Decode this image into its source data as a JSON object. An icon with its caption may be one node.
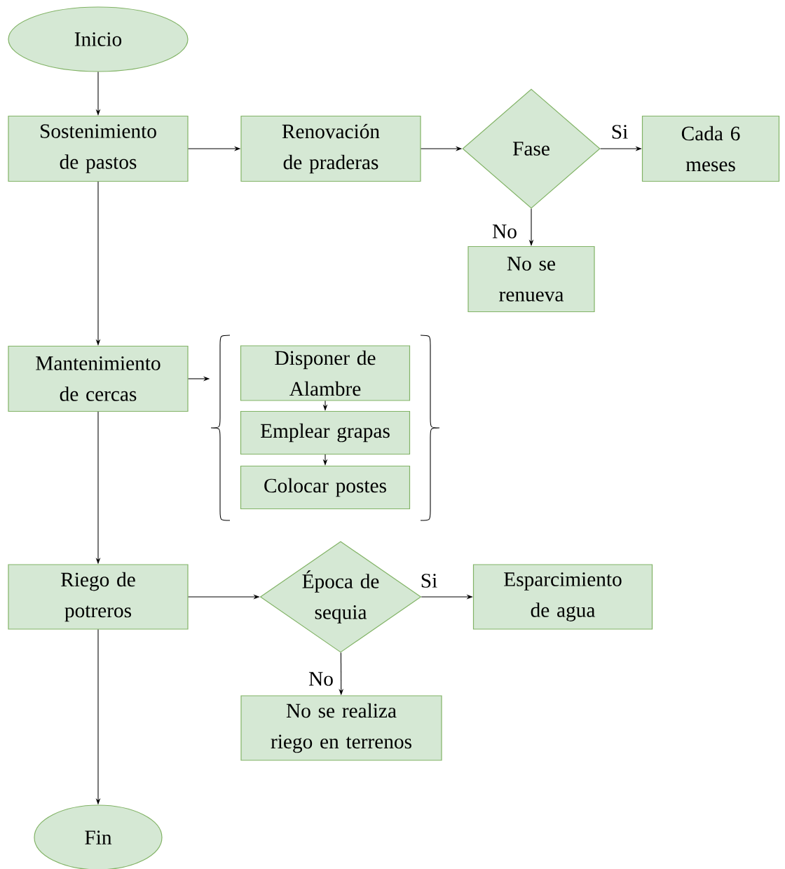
{
  "diagram": {
    "nodes": [
      {
        "text": [
          "Inicio"
        ]
      },
      {
        "text": [
          "Sostenimiento de pastos"
        ]
      },
      {
        "text": [
          "Renovación de praderas"
        ]
      },
      {
        "text": [
          "Fase"
        ]
      },
      {
        "text": [
          "Cada 6 meses"
        ]
      },
      {
        "text": [
          "No se renueva"
        ]
      },
      {
        "text": [
          "Mantenimiento de cercas"
        ]
      },
      {
        "text": [],
        "shape": "bracket"
      },
      {
        "text": [
          "Disponer de Alambre"
        ],
        "in": 7
      },
      {
        "text": [
          "Emplear grapas"
        ],
        "in": 7
      },
      {
        "text": [
          "Colocar postes"
        ],
        "in": 7
      },
      {
        "text": [
          "Riego de potreros"
        ]
      },
      {
        "text": [
          "Época de sequia"
        ]
      },
      {
        "text": [
          "Esparcimiento de agua"
        ]
      },
      {
        "text": [
          "No se realiza riego en terrenos"
        ]
      },
      {
        "text": [
          "Fin"
        ]
      }
    ],
    "edges": [
      {
        "from": 0,
        "to": 1,
        "arrow": "to"
      },
      {
        "from": 1,
        "to": 2,
        "arrow": "to"
      },
      {
        "from": 2,
        "to": 3,
        "arrow": "to"
      },
      {
        "from": 3,
        "to": 4,
        "arrow": "to",
        "label": "Si"
      },
      {
        "from": 3,
        "to": 5,
        "arrow": "to",
        "label": "No"
      },
      {
        "from": 1,
        "to": 6,
        "arrow": "to"
      },
      {
        "from": 6,
        "to": 7,
        "arrow": "to"
      },
      {
        "from": 8,
        "to": 9,
        "arrow": "to"
      },
      {
        "from": 9,
        "to": 10,
        "arrow": "to"
      },
      {
        "from": 6,
        "to": 11,
        "arrow": "to"
      },
      {
        "from": 11,
        "to": 12,
        "arrow": "to"
      },
      {
        "from": 12,
        "to": 13,
        "arrow": "to",
        "label": "Si"
      },
      {
        "from": 12,
        "to": 14,
        "arrow": "to",
        "label": "No"
      },
      {
        "from": 11,
        "to": 15,
        "arrow": "to"
      }
    ]
  }
}
